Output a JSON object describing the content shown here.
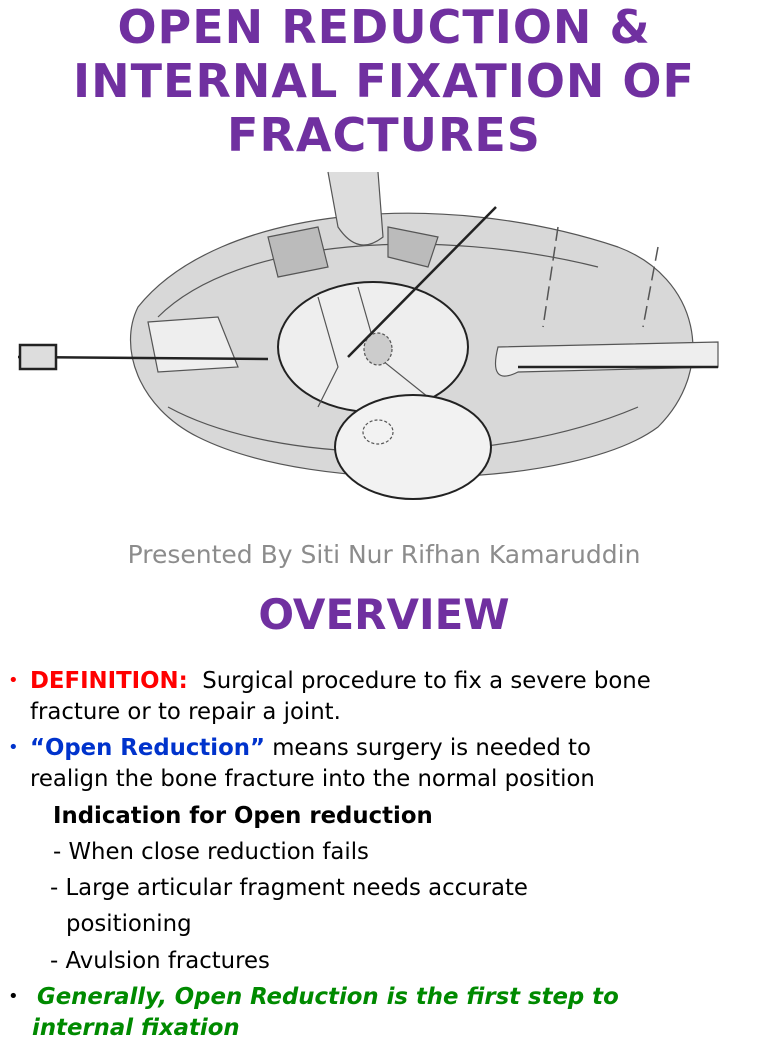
{
  "slide1": {
    "title": "OPEN REDUCTION & INTERNAL FIXATION OF FRACTURES",
    "title_lines": [
      "OPEN REDUCTION &",
      "INTERNAL FIXATION OF",
      "FRACTURES"
    ],
    "presenter": "Presented By Siti Nur Rifhan Kamaruddin"
  },
  "slide2": {
    "heading": "OVERVIEW",
    "definition_label": "DEFINITION:",
    "definition_text_1": "Surgical procedure to fix a severe bone",
    "definition_text_2": "fracture or to repair a joint.",
    "open_reduction_label": "“Open Reduction”",
    "open_reduction_text_1": "means surgery is needed to",
    "open_reduction_text_2": "realign the bone fracture into the normal position",
    "indication_heading": "Indication for Open reduction",
    "indications": [
      "- When close reduction fails",
      "- Large articular fragment needs accurate",
      "positioning",
      "- Avulsion fractures"
    ],
    "generally_1": "Generally, Open Reduction is the first step to",
    "generally_2": "internal fixation"
  },
  "colors": {
    "title": "#7030A0",
    "definition": "#ff0000",
    "open_reduction": "#0033cc",
    "generally": "#008a00",
    "presenter": "#8c8c8c"
  }
}
